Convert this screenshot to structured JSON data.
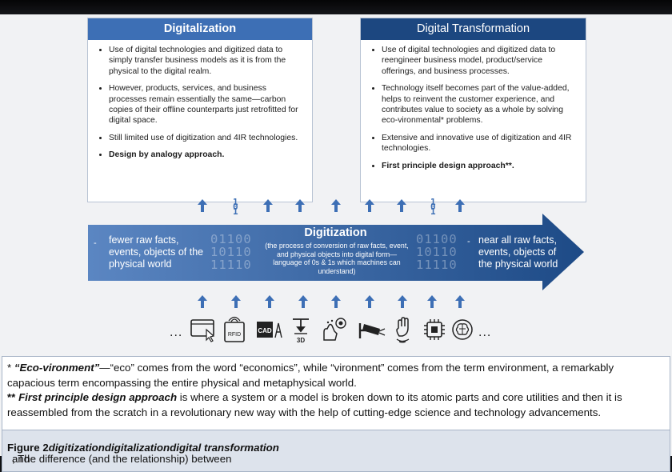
{
  "left_box": {
    "title": "Digitalization",
    "items": [
      "Use of digital technologies and digitized data to simply transfer business models as it is from the physical to the digital realm.",
      "However, products, services, and business processes remain essentially the same—carbon copies of their offline counterparts just retrofitted for digital space.",
      "Still limited use of digitization and 4IR technologies.",
      "Design by analogy approach."
    ]
  },
  "right_box": {
    "title": "Digital Transformation",
    "items": [
      "Use of digital technologies and digitized data to reengineer business model, product/service offerings, and business processes.",
      "Technology itself becomes part of the value-added, helps to reinvent the customer experience, and contributes value to society as a whole by solving eco-vironmental* problems.",
      "Extensive and innovative use of digitization and 4IR technologies.",
      "First principle design approach**."
    ]
  },
  "banner": {
    "title": "Digitization",
    "subtitle": "(the process of conversion of raw facts, event, and physical objects into digital form—language of 0s & 1s which machines can understand)",
    "left_text": "fewer raw facts, events, objects of the physical world",
    "right_text": "near all raw facts, events, objects of the physical world",
    "binary_left": [
      "01100",
      "10110",
      "11110"
    ],
    "binary_right": [
      "01100",
      "10110",
      "11110"
    ],
    "color_start": "#5b86c2",
    "color_end": "#1d4a86"
  },
  "icons": {
    "ellipsis": "...",
    "items": [
      "computer-click-icon",
      "rfid-card-icon",
      "cad-icon",
      "3d-print-icon",
      "hand-sensor-icon",
      "cctv-camera-icon",
      "smart-hand-icon",
      "processor-chip-icon",
      "brain-ai-icon"
    ],
    "rfid_label": "RFID",
    "cad_label": "CAD",
    "three_d_label": "3D"
  },
  "footnotes": {
    "note1_star": "*",
    "note1_term": "“Eco-vironment”",
    "note1_text": "—“eco” comes from the word “economics”, while “vironment” comes from the term environment, a remarkably capacious term encompassing the entire physical and metaphysical world.",
    "note2_star": "**",
    "note2_term": "First principle design approach",
    "note2_text": " is where a system or a model is broken down to its atomic parts and core utilities and then it is reassembled from the scratch in a revolutionary new way with the help of cutting-edge science and technology advancements."
  },
  "caption": {
    "label": "Figure 2",
    "text1": ". The difference (and the relationship) between ",
    "term1": "digitization",
    "sep1": ", ",
    "term2": "digitalization",
    "sep2": " and ",
    "term3": "digital transformation",
    "end": "."
  },
  "colors": {
    "accent": "#3d6fb5",
    "dark_accent": "#1c4780"
  }
}
